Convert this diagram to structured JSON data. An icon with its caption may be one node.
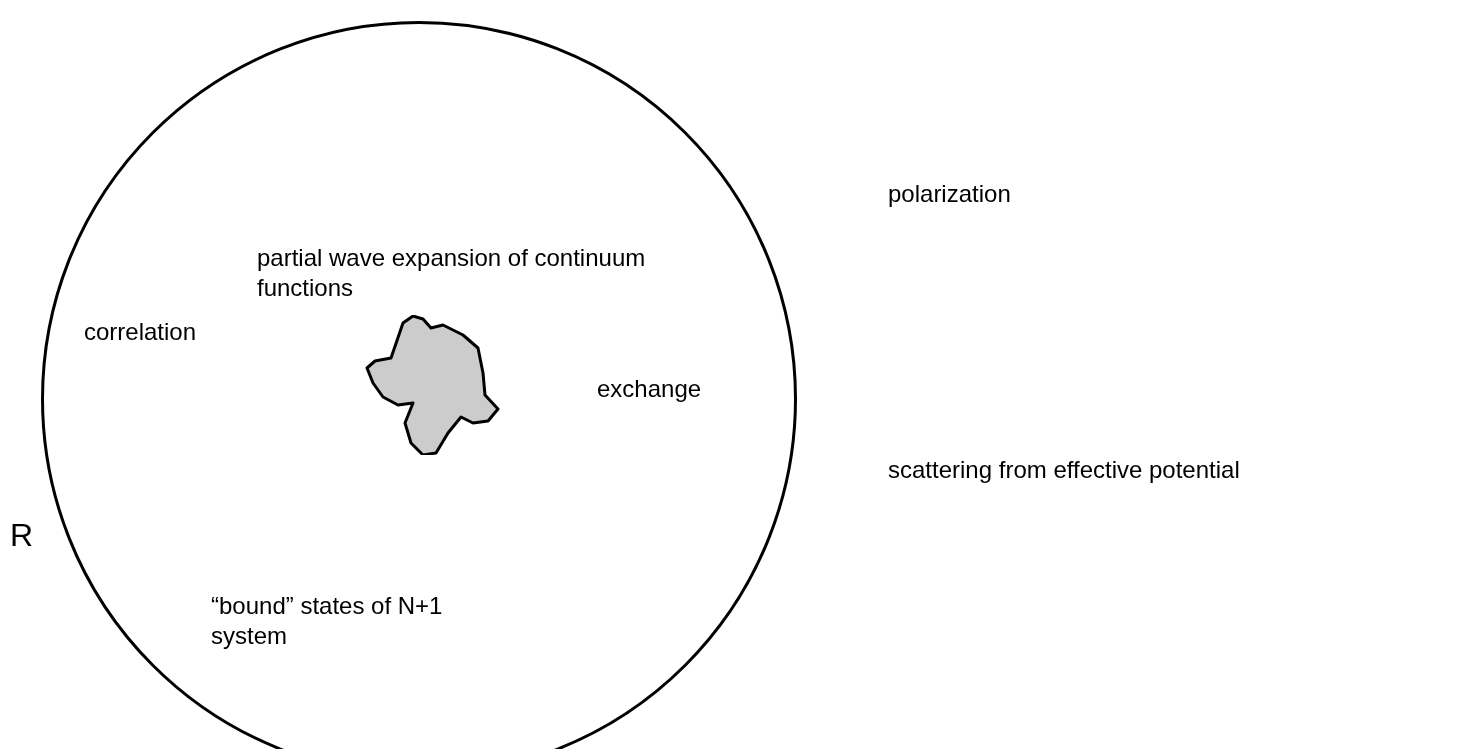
{
  "diagram": {
    "nodes": [
      {
        "text": [
          "partial wave expansion of continuum functions",
          "correlation",
          "exchange",
          "“bound” states of N+1 system"
        ]
      }
    ],
    "edges": [],
    "labels": [
      "polarization",
      "scattering from effective potential",
      "R"
    ]
  }
}
